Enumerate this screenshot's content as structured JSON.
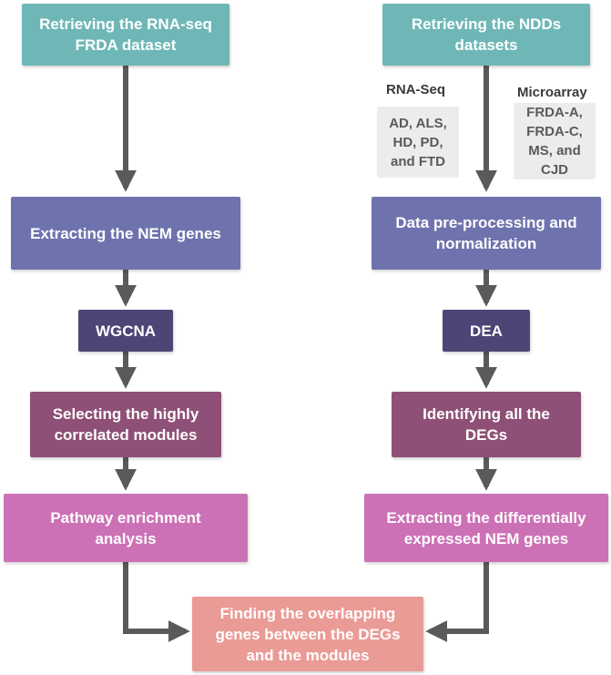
{
  "colors": {
    "teal": "#6fb7b7",
    "slate": "#6f73ad",
    "dark_purple": "#4e4577",
    "plum": "#8e5076",
    "pink": "#cc71b6",
    "salmon": "#ea9b96",
    "arrow": "#5a5a5a",
    "note_bg": "#ececec"
  },
  "left_column": {
    "retrieve_frda": "Retrieving the RNA-seq\nFRDA dataset",
    "extract_nem": "Extracting the NEM genes",
    "wgcna": "WGCNA",
    "select_modules": "Selecting the highly\ncorrelated modules",
    "pathway": "Pathway enrichment\nanalysis"
  },
  "right_column": {
    "retrieve_ndds": "Retrieving the NDDs\ndatasets",
    "rnaseq_label": "RNA-Seq",
    "rnaseq_diseases": "AD, ALS,\nHD, PD,\nand FTD",
    "microarray_label": "Microarray",
    "microarray_diseases": "FRDA-A,\nFRDA-C,\nMS, and\nCJD",
    "preprocess": "Data pre-processing and\nnormalization",
    "dea": "DEA",
    "identify_degs": "Identifying all the\nDEGs",
    "extract_diff": "Extracting the differentially\nexpressed NEM genes"
  },
  "final": {
    "overlap": "Finding the overlapping\ngenes between the DEGs\nand the modules"
  }
}
